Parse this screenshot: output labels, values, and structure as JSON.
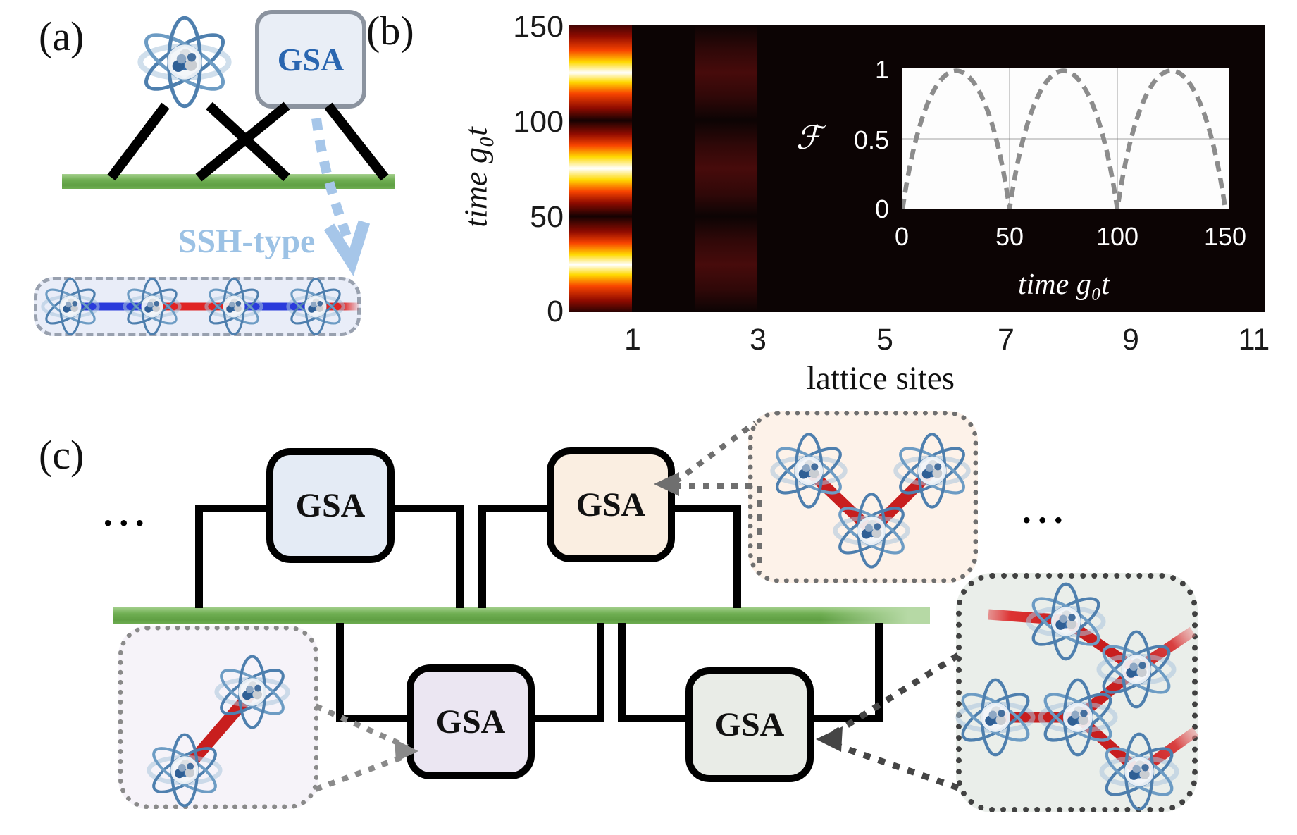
{
  "panel_a": {
    "label": "(a)",
    "gsa_label": "GSA",
    "ssh_label": "SSH-type"
  },
  "panel_b": {
    "label": "(b)",
    "ylabel": "time g₀t",
    "y_ticks": [
      "150",
      "100",
      "50",
      "0"
    ],
    "x_ticks": [
      "1",
      "3",
      "5",
      "7",
      "9",
      "11"
    ],
    "xlabel": "lattice sites",
    "inset": {
      "ylabel": "ℱ",
      "y_ticks": [
        "1",
        "0.5",
        "0"
      ],
      "x_ticks": [
        "0",
        "50",
        "100",
        "150"
      ],
      "xlabel": "time g₀t"
    }
  },
  "panel_c": {
    "label": "(c)",
    "dots_left": "•••",
    "dots_right": "•••",
    "gsa_boxes": [
      {
        "label": "GSA",
        "fill": "#e4ebf5"
      },
      {
        "label": "GSA",
        "fill": "#faeee1"
      },
      {
        "label": "GSA",
        "fill": "#ebe6f2"
      },
      {
        "label": "GSA",
        "fill": "#e9ece7"
      }
    ],
    "callouts": [
      {
        "name": "three-atom-cluster",
        "atoms": 3,
        "bond_color": "#c81e1e"
      },
      {
        "name": "two-atom-cluster",
        "atoms": 2,
        "bond_color": "#c81e1e"
      },
      {
        "name": "five-atom-cluster",
        "atoms": 5,
        "bond_color": "#c81e1e"
      }
    ]
  },
  "colors": {
    "waveguide_green": "#6fae52",
    "gsa_a_fill": "#e9eef6",
    "gsa_a_border": "#8b939f",
    "gsa_a_text": "#2a66b0",
    "ssh_label_blue": "#9cc2e5",
    "dashed_arrow_blue": "#a6c6e9",
    "chain_box_fill": "#e9edf8",
    "bond_blue": "#2a3bdb",
    "bond_red": "#c81e1e",
    "heatmap_background": "#0c0404",
    "inset_curve_gray": "#8c8c8c"
  },
  "chart_data": [
    {
      "type": "heatmap",
      "xlabel": "lattice sites",
      "ylabel": "time g₀t",
      "x_ticks": [
        1,
        3,
        5,
        7,
        9,
        11
      ],
      "y_ticks": [
        0,
        50,
        100,
        150
      ],
      "x_range": [
        0,
        11.1
      ],
      "y_range": [
        0,
        150
      ],
      "colormap": "hot",
      "description": "Excitation population vs lattice site and time. Site 1 oscillates between 0 and 1 with period 50 (white-hot peaks at t≈25, 75, 125; dark at t≈0, 50, 100, 150). Site 3 shows faint dark-red population (max ≈0.15) in phase with site 1. All other sites remain ≈0 (black).",
      "series": [
        {
          "name": "site 1 population",
          "t": [
            0,
            25,
            50,
            75,
            100,
            125,
            150
          ],
          "values": [
            0.05,
            1.0,
            0.05,
            1.0,
            0.05,
            1.0,
            0.1
          ]
        },
        {
          "name": "site 3 population",
          "t": [
            0,
            25,
            50,
            75,
            100,
            125,
            150
          ],
          "values": [
            0,
            0.15,
            0,
            0.15,
            0,
            0.15,
            0
          ]
        }
      ]
    },
    {
      "type": "line",
      "title": "inset: state-transfer fidelity",
      "xlabel": "time g₀t",
      "ylabel": "ℱ",
      "xlim": [
        0,
        152
      ],
      "ylim": [
        0,
        1
      ],
      "x_ticks": [
        0,
        50,
        100,
        150
      ],
      "y_ticks": [
        0,
        0.5,
        1
      ],
      "grid": true,
      "line_style": "dashed",
      "line_color": "#8c8c8c",
      "x": [
        0,
        5,
        10,
        15,
        20,
        25,
        30,
        35,
        40,
        45,
        50,
        55,
        60,
        65,
        70,
        75,
        80,
        85,
        90,
        95,
        100,
        105,
        110,
        115,
        120,
        125,
        130,
        135,
        140,
        145,
        150
      ],
      "y": [
        0,
        0.31,
        0.59,
        0.81,
        0.95,
        1.0,
        0.95,
        0.81,
        0.59,
        0.31,
        0,
        0.31,
        0.59,
        0.81,
        0.95,
        1.0,
        0.95,
        0.81,
        0.59,
        0.31,
        0,
        0.31,
        0.59,
        0.81,
        0.95,
        1.0,
        0.95,
        0.81,
        0.59,
        0.31,
        0
      ]
    }
  ]
}
